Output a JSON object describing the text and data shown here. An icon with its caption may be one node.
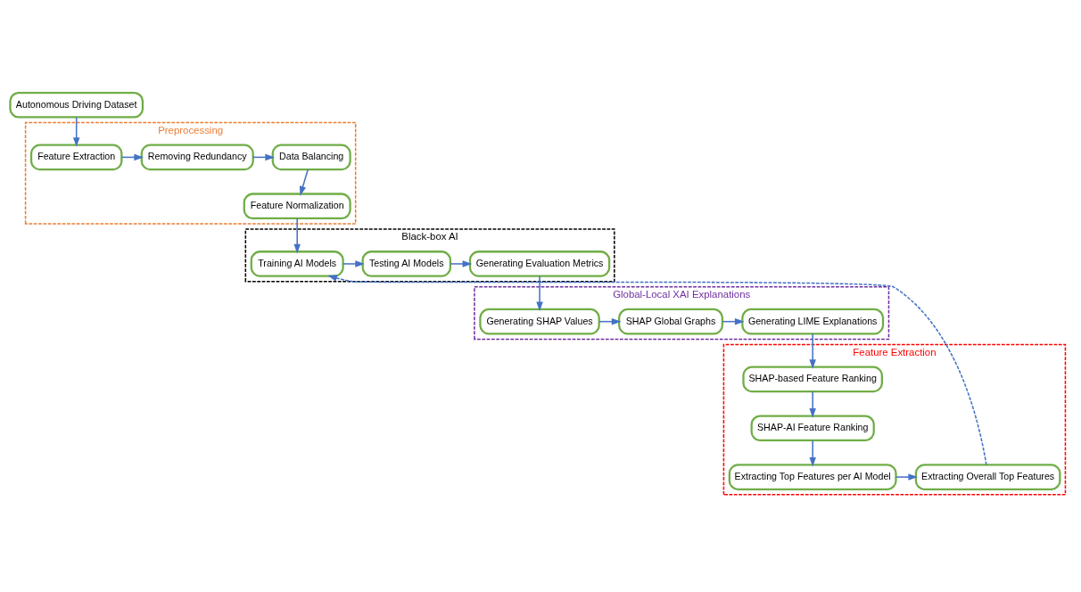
{
  "diagram": {
    "nodes": [
      {
        "text": [
          "Autonomous Driving Dataset"
        ]
      },
      {
        "text": [
          "Preprocessing"
        ]
      },
      {
        "text": [
          "Feature Extraction"
        ],
        "in": 1
      },
      {
        "text": [
          "Removing Redundancy"
        ],
        "in": 1
      },
      {
        "text": [
          "Data Balancing"
        ],
        "in": 1
      },
      {
        "text": [
          "Feature Normalization"
        ],
        "in": 1
      },
      {
        "text": [
          "Black-box AI"
        ]
      },
      {
        "text": [
          "Generating Evaluation Metrics"
        ],
        "in": 6
      },
      {
        "text": [
          "Testing AI Models"
        ],
        "in": 6
      },
      {
        "text": [
          "Training AI Models"
        ],
        "in": 6
      },
      {
        "text": [
          "Global-Local XAI Explanations"
        ]
      },
      {
        "text": [
          "Generating SHAP Values"
        ],
        "in": 10
      },
      {
        "text": [
          "SHAP Global Graphs"
        ],
        "in": 10
      },
      {
        "text": [
          "Generating LIME Explanations"
        ],
        "in": 10
      },
      {
        "text": [
          "Feature Extraction"
        ]
      },
      {
        "text": [
          "SHAP-based Feature Ranking"
        ],
        "in": 14
      },
      {
        "text": [
          "SHAP-AI Feature Ranking"
        ],
        "in": 14
      },
      {
        "text": [
          "Extracting Top Features per AI Model"
        ],
        "in": 14
      },
      {
        "text": [
          "Extracting Overall Top Features"
        ],
        "in": 14
      }
    ],
    "edges": [
      {
        "from": 0,
        "to": 2,
        "arrow": "to"
      },
      {
        "from": 2,
        "to": 3,
        "arrow": "to"
      },
      {
        "from": 3,
        "to": 4,
        "arrow": "to"
      },
      {
        "from": 4,
        "to": 5,
        "arrow": "to"
      },
      {
        "from": 5,
        "to": 9,
        "arrow": "to"
      },
      {
        "from": 9,
        "to": 8,
        "arrow": "to"
      },
      {
        "from": 8,
        "to": 7,
        "arrow": "to"
      },
      {
        "from": 7,
        "to": 11,
        "arrow": "to"
      },
      {
        "from": 11,
        "to": 12,
        "arrow": "to"
      },
      {
        "from": 12,
        "to": 13,
        "arrow": "to"
      },
      {
        "from": 13,
        "to": 15,
        "arrow": "to"
      },
      {
        "from": 15,
        "to": 16,
        "arrow": "to"
      },
      {
        "from": 16,
        "to": 17,
        "arrow": "to"
      },
      {
        "from": 17,
        "to": 18,
        "arrow": "to"
      },
      {
        "from": 18,
        "to": 9,
        "arrow": "to",
        "style": "dashed"
      }
    ]
  }
}
